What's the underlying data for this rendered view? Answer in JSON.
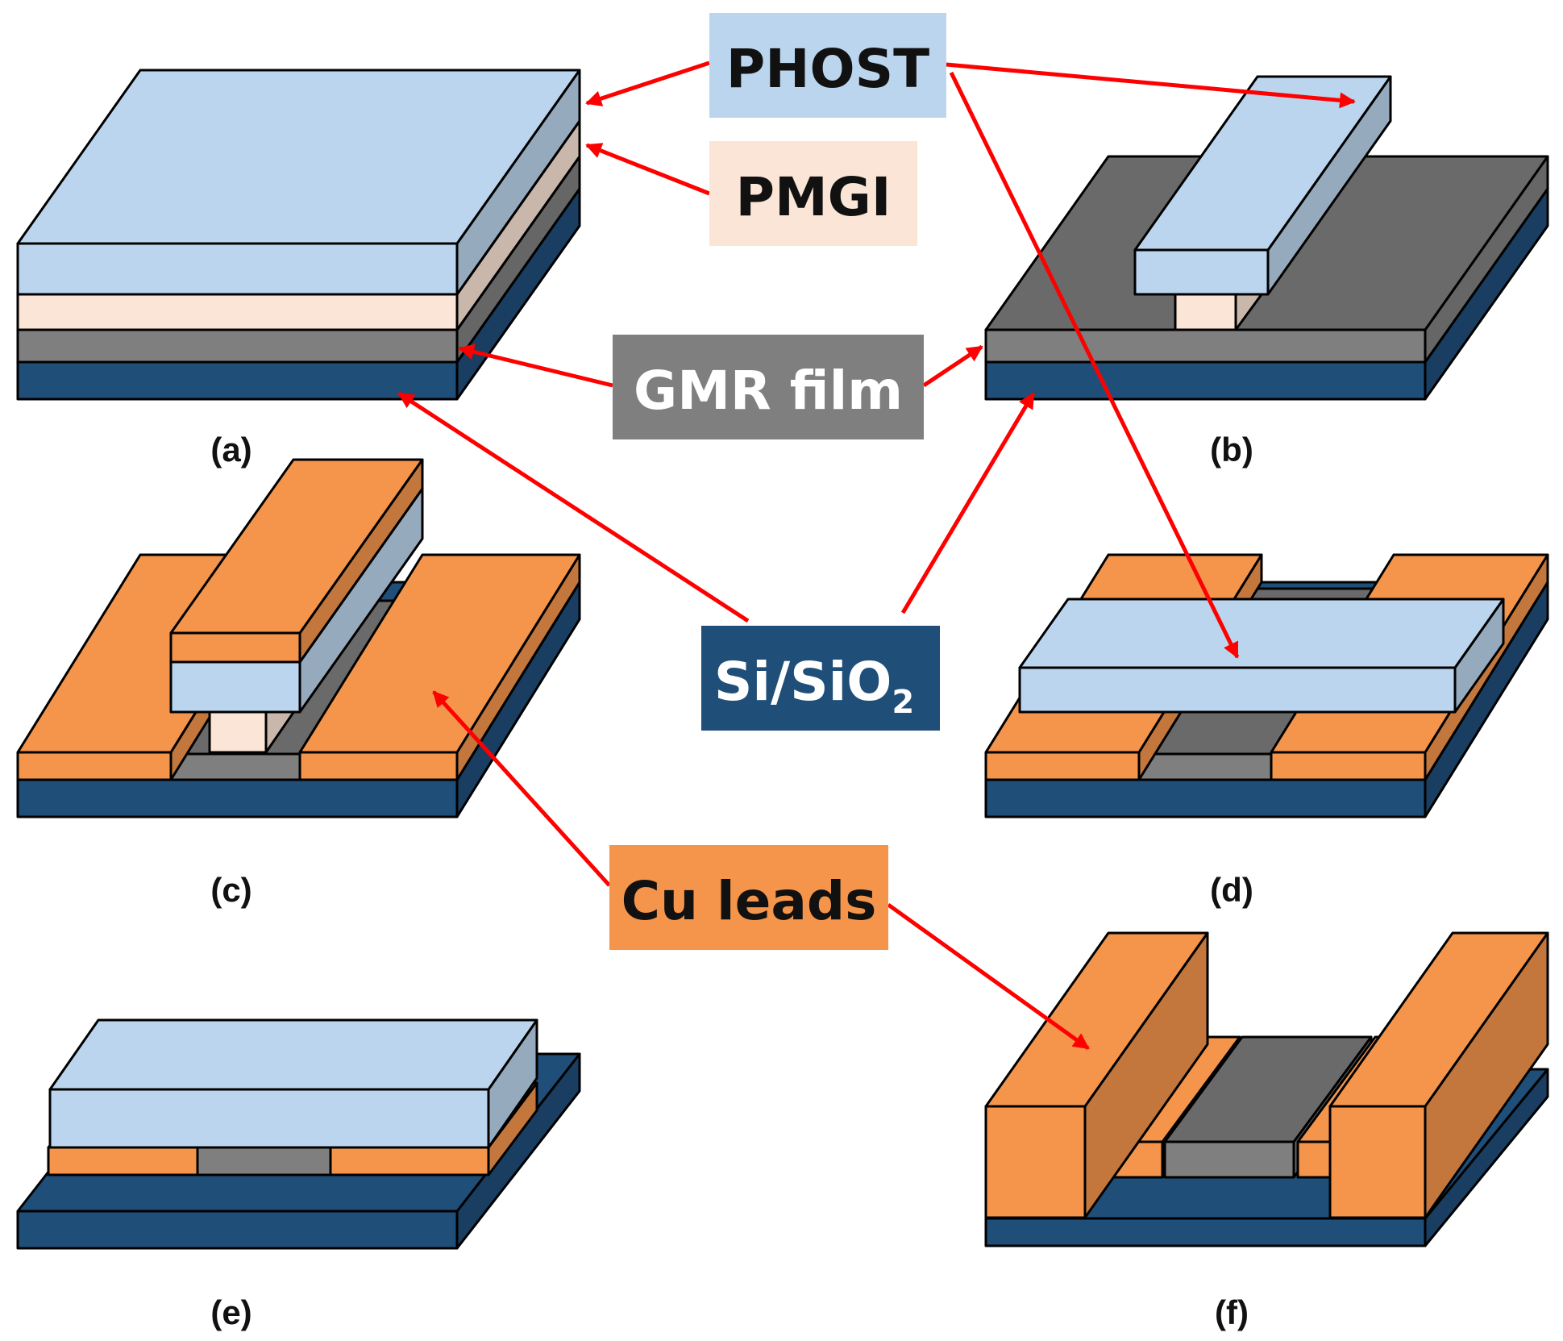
{
  "labels": {
    "phost": "PHOST",
    "pmgi": "PMGI",
    "gmr": "GMR film",
    "si": "Si/SiO",
    "si_sub": "2",
    "cu": "Cu leads"
  },
  "panels": {
    "a": "(a)",
    "b": "(b)",
    "c": "(c)",
    "d": "(d)",
    "e": "(e)",
    "f": "(f)"
  },
  "colors": {
    "phost": "#bcd5ee",
    "pmgi": "#fbe5d6",
    "gmr": "#7f7f7f",
    "gmr_top": "#6a6a6a",
    "substrate": "#1f4e79",
    "copper": "#f4954b",
    "arrow": "#ff0000"
  }
}
